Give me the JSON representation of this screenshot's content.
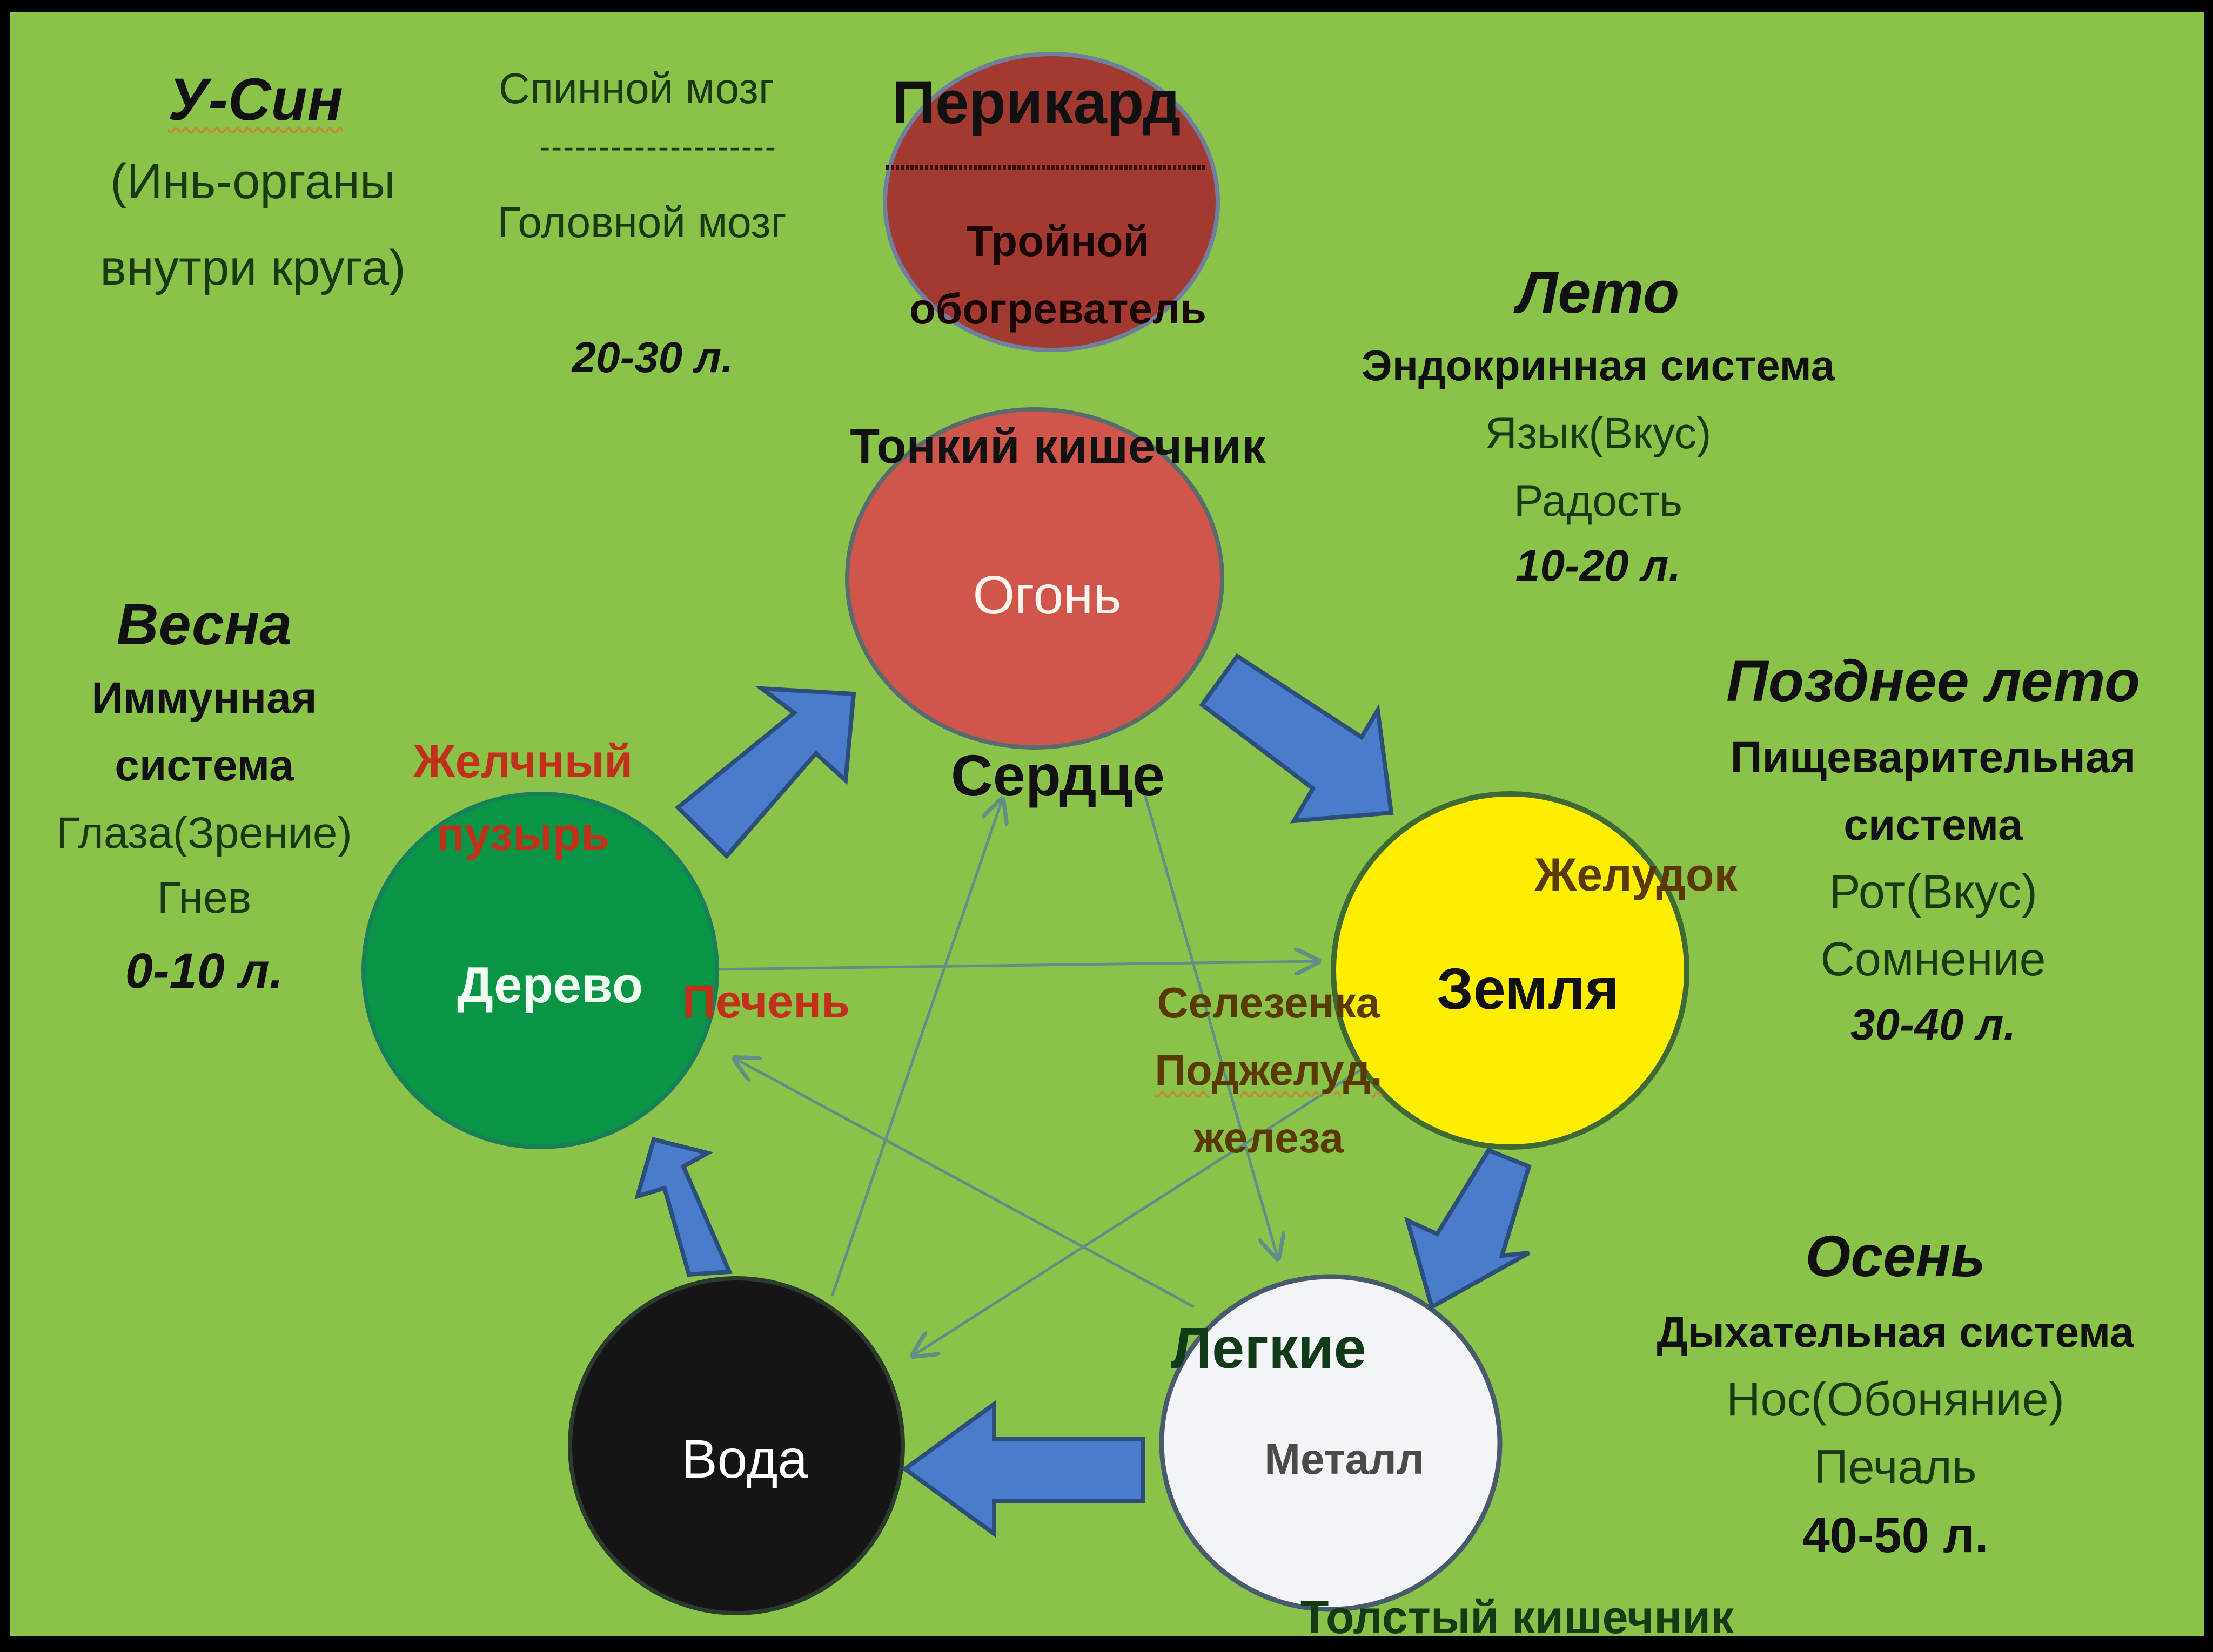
{
  "colors": {
    "background": "#8bc34a",
    "pericardium": "#a33a32",
    "fire": "#d0564c",
    "earth": "#ffee00",
    "metal": "#f2f4f6",
    "water": "#151515",
    "wood": "#0a9445",
    "arrow": "#4a7ccb",
    "connector": "#5f8f86",
    "organ_red": "#c0301a",
    "organ_brown": "#5a3a00"
  },
  "header": {
    "title": "У-Син",
    "subtitle_line1": "(Инь-органы",
    "subtitle_line2": "внутри круга)"
  },
  "brain": {
    "spinal": "Спинной мозг",
    "divider": "--------------------",
    "head": "Головной мозг",
    "age": "20-30 л."
  },
  "pericardium": {
    "label_top": "Перикард",
    "label_bottom_1": "Тройной",
    "label_bottom_2": "обогреватель"
  },
  "elements": {
    "fire": {
      "name": "Огонь",
      "yang_organ": "Тонкий кишечник",
      "yin_organ": "Сердце"
    },
    "earth": {
      "name": "Земля",
      "yang_organ": "Желудок",
      "yin_organ_1": "Селезенка",
      "yin_organ_2": "Поджелуд.",
      "yin_organ_3": "железа"
    },
    "metal": {
      "name": "Металл",
      "yin_organ": "Легкие",
      "yang_organ": "Толстый кишечник"
    },
    "water": {
      "name": "Вода"
    },
    "wood": {
      "name": "Дерево",
      "yang_organ_1": "Желчный",
      "yang_organ_2": "пузырь",
      "yin_organ": "Печень"
    }
  },
  "seasons": {
    "summer": {
      "title": "Лето",
      "system": "Эндокринная система",
      "sense": "Язык(Вкус)",
      "emotion": "Радость",
      "age": "10-20 л."
    },
    "late_summer": {
      "title": "Позднее лето",
      "system_1": "Пищеварительная",
      "system_2": "система",
      "sense": "Рот(Вкус)",
      "emotion": "Сомнение",
      "age": "30-40 л."
    },
    "autumn": {
      "title": "Осень",
      "system": "Дыхательная система",
      "sense": "Нос(Обоняние)",
      "emotion": "Печаль",
      "age": "40-50 л."
    },
    "spring": {
      "title": "Весна",
      "system_1": "Иммунная",
      "system_2": "система",
      "sense": "Глаза(Зрение)",
      "emotion": "Гнев",
      "age": "0-10 л."
    }
  },
  "cycles": {
    "generating": [
      "wood-to-fire",
      "fire-to-earth",
      "earth-to-metal",
      "metal-to-water",
      "water-to-wood"
    ],
    "controlling": [
      "wood-to-earth",
      "earth-to-water",
      "water-to-fire",
      "fire-to-metal",
      "metal-to-wood"
    ]
  }
}
